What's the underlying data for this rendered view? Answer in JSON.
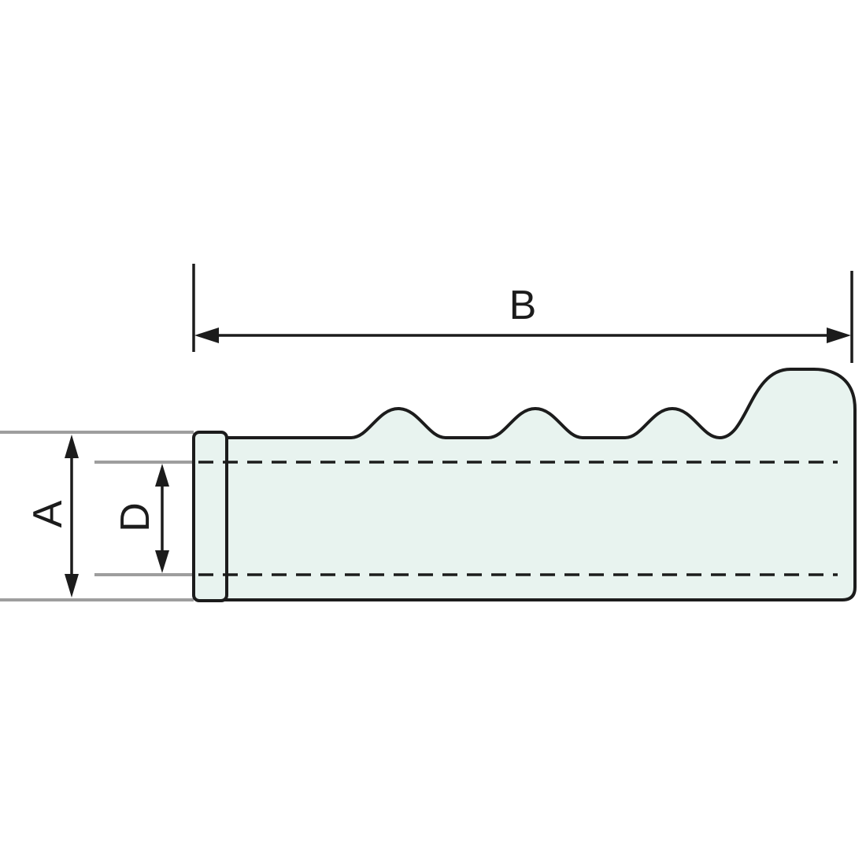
{
  "diagram": {
    "kind": "technical-dimension-drawing",
    "labels": {
      "length": "B",
      "outer": "A",
      "bore": "D"
    },
    "colors": {
      "outline": "#1c1c1c",
      "body_fill": "#e8f3ef",
      "extension_line": "#9e9e9e",
      "background": "#ffffff"
    }
  }
}
